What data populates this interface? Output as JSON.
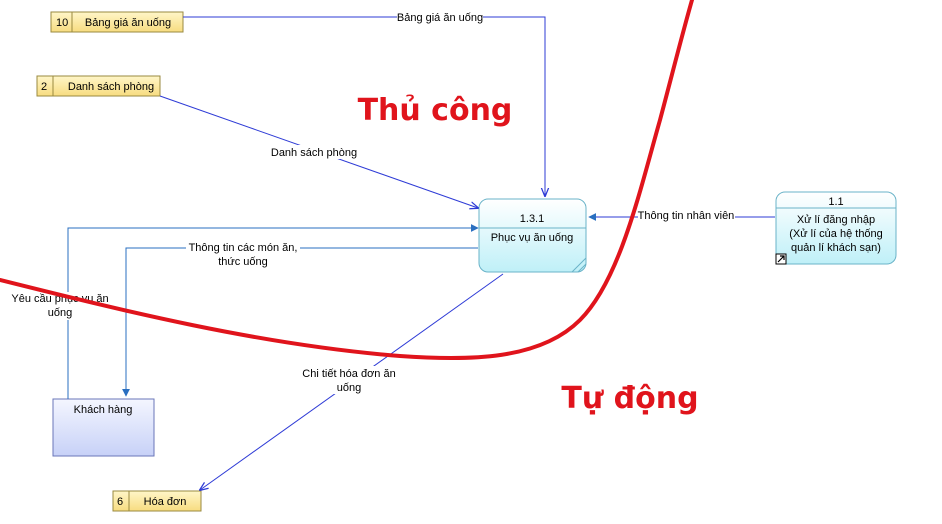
{
  "stores": [
    {
      "id": "10",
      "name": "Bảng giá ăn uống"
    },
    {
      "id": "2",
      "name": "Danh sách phòng"
    },
    {
      "id": "6",
      "name": "Hóa đơn"
    }
  ],
  "processes": [
    {
      "id": "1.3.1",
      "lines": [
        "Phục vụ ăn uống"
      ]
    },
    {
      "id": "1.1",
      "lines": [
        "Xử lí đăng nhập",
        "(Xử lí của hệ thống",
        "quản lí khách sạn)"
      ]
    }
  ],
  "entity": {
    "name": "Khách hàng"
  },
  "flows": {
    "bang_gia": [
      "Bảng giá ăn uống"
    ],
    "danh_sach": [
      "Danh sách phòng"
    ],
    "nhan_vien": [
      "Thông tin nhân viên"
    ],
    "mon_an": [
      "Thông tin các món ăn,",
      "thức uống"
    ],
    "yeu_cau": [
      "Yêu cầu phục vụ ăn",
      "uống"
    ],
    "hoa_don": [
      "Chi tiết hóa đơn ăn",
      "uống"
    ]
  },
  "zones": {
    "manual": "Thủ công",
    "auto": "Tự động"
  },
  "colors": {
    "flow": "#2e3bd6",
    "boundary": "#e0141c",
    "store_fill": "#fde9a0",
    "process_fill": "#d8f6fb",
    "entity_fill": "#dde3fb"
  }
}
